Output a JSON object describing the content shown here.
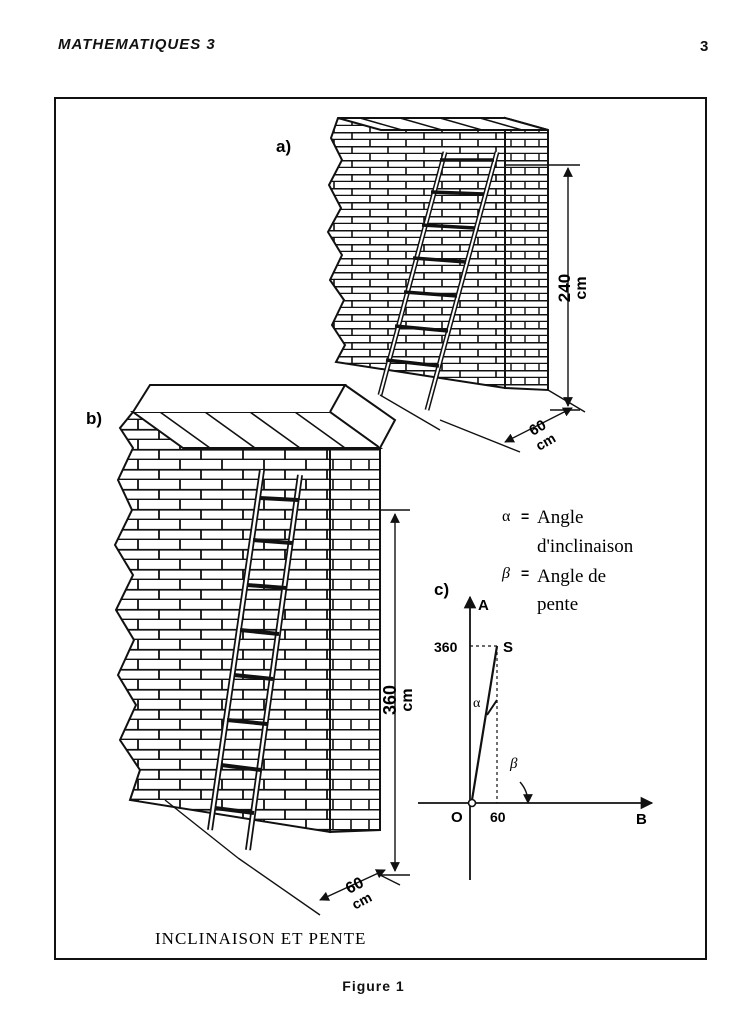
{
  "header": {
    "title": "MATHEMATIQUES 3",
    "page_number": "3"
  },
  "figure": {
    "panel_a": {
      "label": "a)",
      "height_value": "240",
      "height_unit": "cm",
      "depth_value": "60",
      "depth_unit": "cm"
    },
    "panel_b": {
      "label": "b)",
      "height_value": "360",
      "height_unit": "cm",
      "depth_value": "60",
      "depth_unit": "cm"
    },
    "legend": {
      "alpha_symbol": "α",
      "alpha_eq": "=",
      "alpha_line1": "Angle",
      "alpha_line2": "d'inclinaison",
      "beta_symbol": "β",
      "beta_eq": "=",
      "beta_line1": "Angle de",
      "beta_line2": "pente"
    },
    "panel_c": {
      "label": "c)",
      "axis_a": "A",
      "axis_b": "B",
      "origin": "O",
      "point_s": "S",
      "y_value": "360",
      "x_value": "60",
      "alpha": "α",
      "beta": "β"
    },
    "title": "INCLINAISON ET PENTE"
  },
  "caption": "Figure 1"
}
